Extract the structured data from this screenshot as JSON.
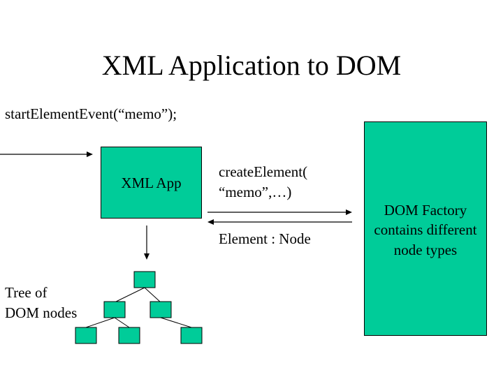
{
  "slide": {
    "title": "XML Application to DOM"
  },
  "labels": {
    "event_call": "startElementEvent(“memo”);",
    "xml_app": "XML App",
    "create_line1": "createElement(",
    "create_line2": "“memo”,…)",
    "return_type": "Element : Node",
    "factory_line1": "DOM Factory",
    "factory_line2": "contains different",
    "factory_line3": "node types",
    "tree_line1": "Tree of",
    "tree_line2": "DOM nodes"
  },
  "colors": {
    "box_fill": "#00cc99",
    "stroke": "#000000"
  }
}
